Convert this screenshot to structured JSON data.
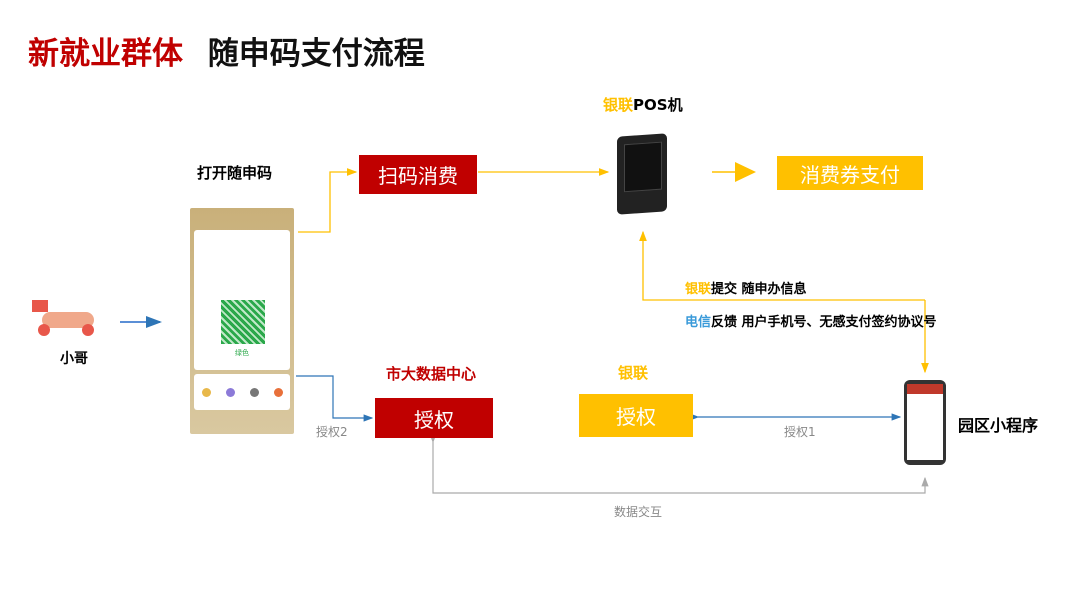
{
  "title": {
    "part1": "新就业群体",
    "part2": "随申码支付流程"
  },
  "labels": {
    "open_code": "打开随申码",
    "courier": "小哥",
    "pos_brand": "银联",
    "pos_rest": "POS机",
    "bigdata": "市大数据中心",
    "unionpay": "银联",
    "park_app": "园区小程序",
    "submit_brand": "银联",
    "submit_rest": "提交 随申办信息",
    "feedback_brand": "电信",
    "feedback_rest": "反馈 用户手机号、无感支付签约协议号",
    "auth1": "授权1",
    "auth2": "授权2",
    "data_exchange": "数据交互"
  },
  "boxes": {
    "scan": "扫码消费",
    "voucher": "消费券支付",
    "auth_bigdata": "授权",
    "auth_unionpay": "授权"
  },
  "phone": {
    "status": "绿色"
  },
  "colors": {
    "red": "#c00000",
    "yellow": "#ffc000",
    "blue": "#2e75b6",
    "telecom": "#3a9ad9"
  }
}
